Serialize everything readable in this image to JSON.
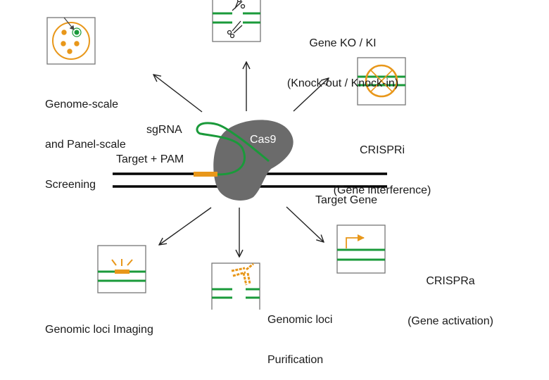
{
  "colors": {
    "dna_strand": "#000000",
    "gene_line": "#1a9a3a",
    "accent_orange": "#e8971a",
    "cas9_fill": "#6b6b6b",
    "box_border": "#777777",
    "arrow": "#222222",
    "text": "#1a1a1a"
  },
  "center": {
    "sgrna_label": "sgRNA",
    "cas9_label": "Cas9",
    "target_pam_label": "Target + PAM",
    "target_gene_label": "Target Gene"
  },
  "applications": [
    {
      "id": "screening",
      "icon": "cell-colonies-icon",
      "lines": [
        "Genome-scale",
        "and Panel-scale",
        "Screening"
      ]
    },
    {
      "id": "ko-ki",
      "icon": "scissors-cut-icon",
      "lines": [
        "Gene KO / KI",
        "(Knock-out / Knock-in)"
      ]
    },
    {
      "id": "crispri",
      "icon": "blocked-circle-icon",
      "lines": [
        "CRISPRi",
        "(Gene interference)"
      ]
    },
    {
      "id": "crispra",
      "icon": "activation-arrow-icon",
      "lines": [
        "CRISPRa",
        "(Gene activation)"
      ]
    },
    {
      "id": "purification",
      "icon": "antibody-icon",
      "lines": [
        "Genomic loci",
        "Purification"
      ]
    },
    {
      "id": "imaging",
      "icon": "light-burst-icon",
      "lines": [
        "Genomic loci Imaging"
      ]
    }
  ]
}
